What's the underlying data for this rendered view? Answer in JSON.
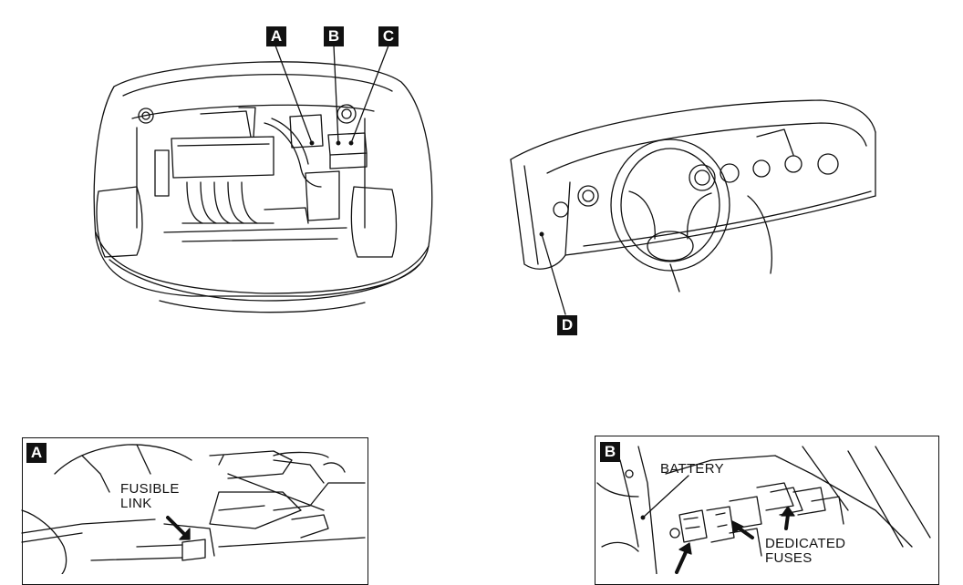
{
  "callouts": {
    "a": "A",
    "b": "B",
    "c": "C",
    "d": "D"
  },
  "detail_a": {
    "tag": "A",
    "label_line1": "FUSIBLE",
    "label_line2": "LINK"
  },
  "detail_b": {
    "tag": "B",
    "battery_label": "BATTERY",
    "fuses_line1": "DEDICATED",
    "fuses_line2": "FUSES"
  },
  "colors": {
    "ink": "#111111",
    "paper": "#ffffff"
  }
}
